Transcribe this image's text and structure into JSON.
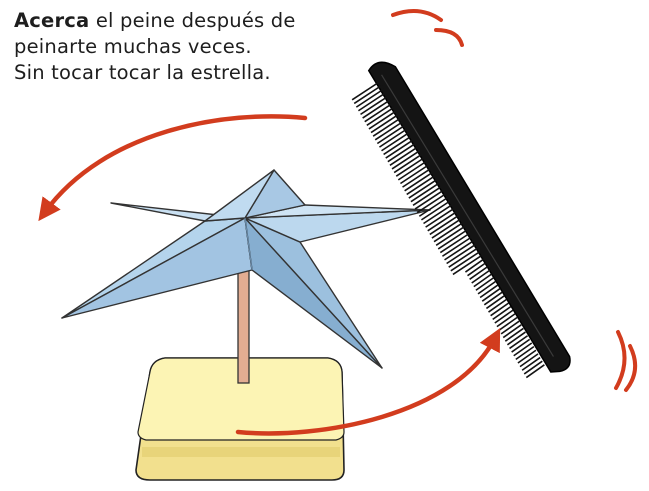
{
  "instructions": {
    "line1_bold": "Acerca",
    "line1_rest": " el peine después de",
    "line2": "peinarte muchas veces.",
    "line3": "Sin tocar tocar la estrella."
  },
  "colors": {
    "arrow": "#d23c1e",
    "star_light": "#b4d4ec",
    "star_dark": "#86aed0",
    "stick": "#e3ad92",
    "soap_top": "#fcf4b4",
    "soap_side": "#f2e08e",
    "comb": "#141414"
  },
  "icons": [
    "paper-star",
    "comb",
    "soap-base",
    "rotation-arrow",
    "motion-lines"
  ]
}
